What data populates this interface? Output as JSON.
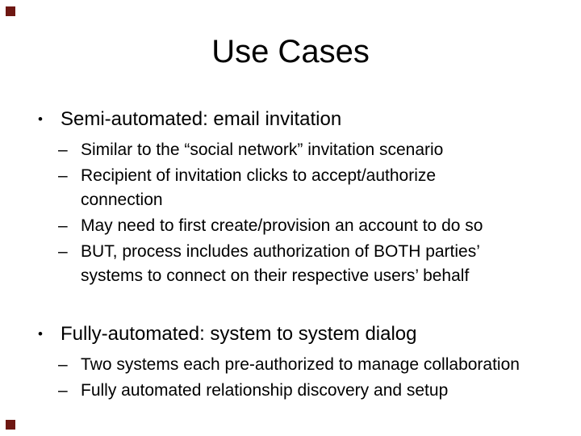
{
  "slide": {
    "title": "Use Cases",
    "markers": {
      "level1": "•",
      "level2": "–"
    },
    "bullets": [
      {
        "level": 1,
        "text": "Semi-automated: email invitation"
      },
      {
        "level": 2,
        "text": "Similar to the “social network” invitation scenario"
      },
      {
        "level": 2,
        "text": "Recipient of invitation clicks to accept/authorize connection"
      },
      {
        "level": 2,
        "text": "May need to first create/provision an account to do so"
      },
      {
        "level": 2,
        "text": "BUT, process includes authorization of BOTH parties’ systems to connect on their respective users’ behalf"
      },
      {
        "level": 1,
        "text": "Fully-automated: system to system dialog"
      },
      {
        "level": 2,
        "text": "Two systems each pre-authorized to manage collaboration"
      },
      {
        "level": 2,
        "text": "Fully automated relationship discovery and setup"
      }
    ],
    "colors": {
      "background": "#ffffff",
      "text": "#000000",
      "accent_square": "#6e1712"
    }
  }
}
